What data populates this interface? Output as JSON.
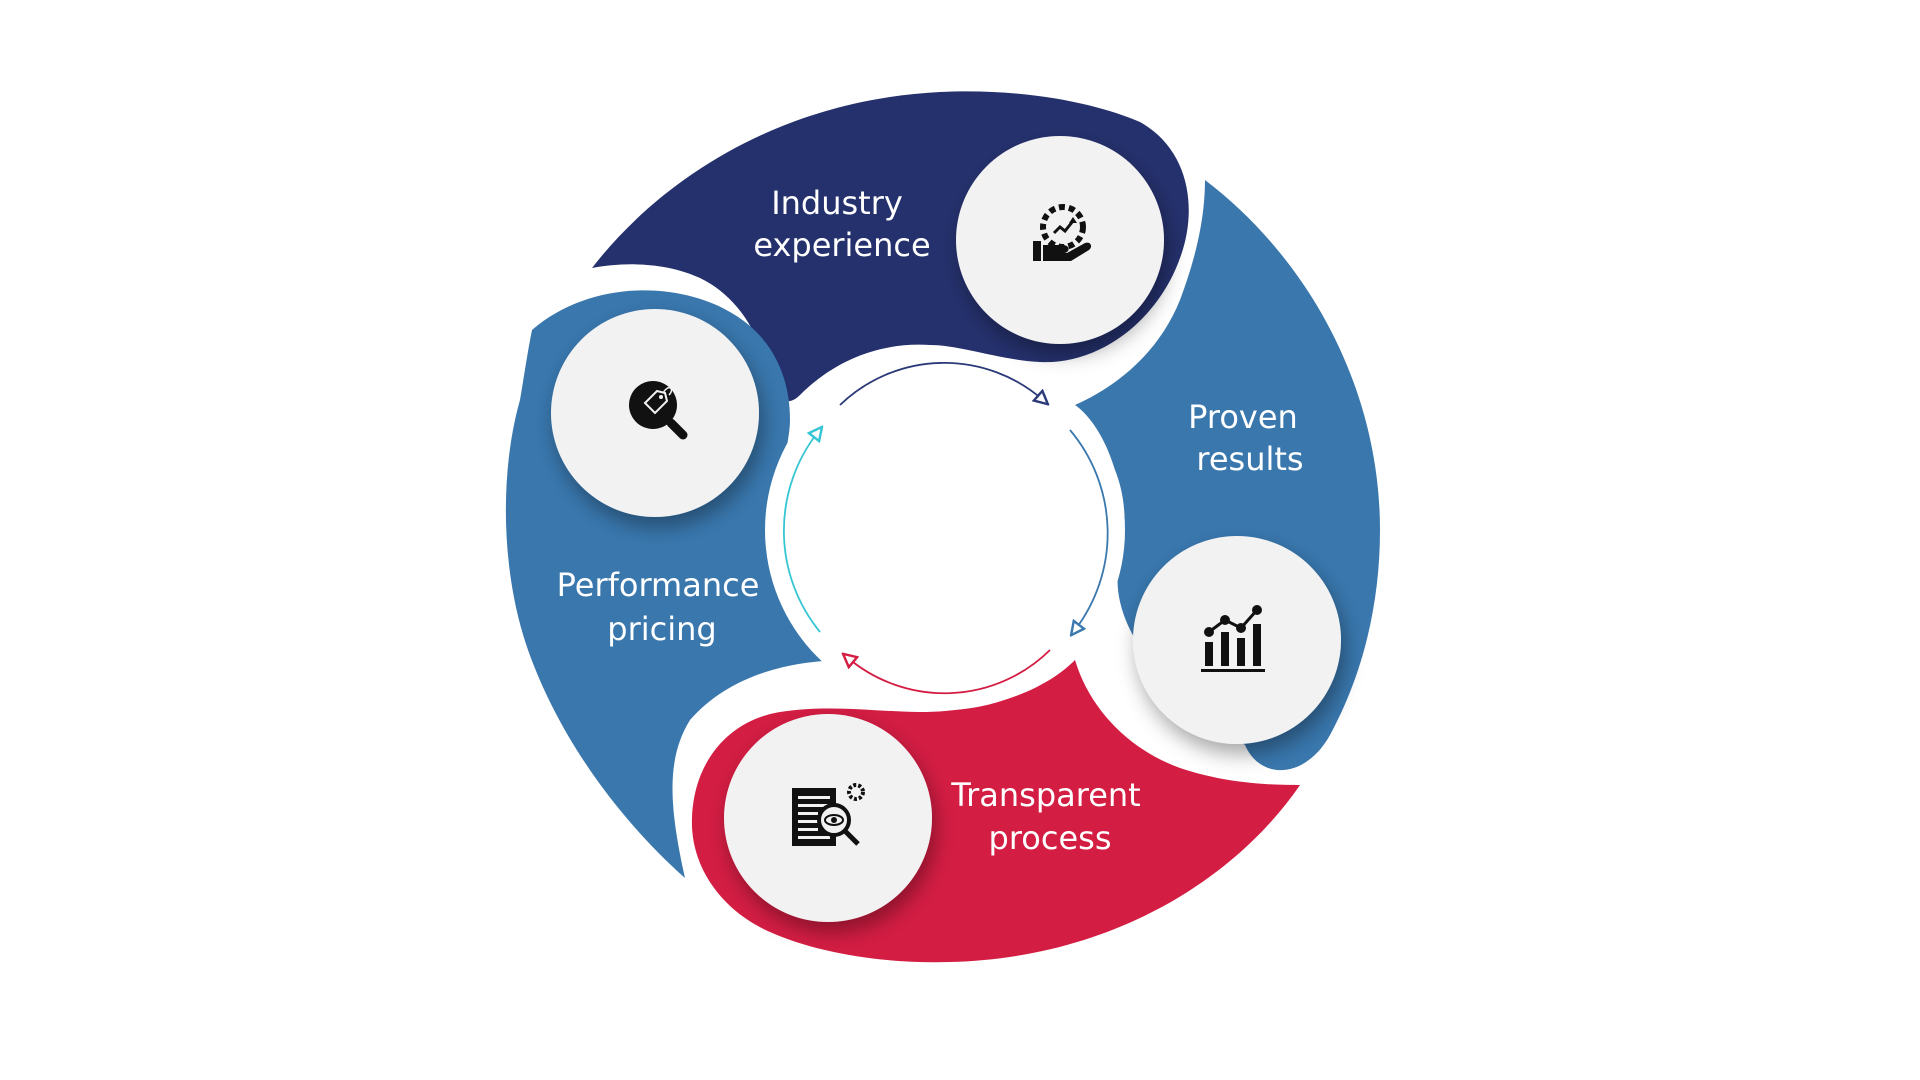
{
  "colors": {
    "navy": "#25316D",
    "steel_blue": "#3977AD",
    "crimson": "#D41D43",
    "circle_fill": "#F2F2F2",
    "arrow_navy": "#2B3A78",
    "arrow_blue": "#3A78AE",
    "arrow_red": "#D41D43",
    "arrow_cyan": "#36C6D3",
    "icon": "#111111"
  },
  "segments": [
    {
      "name": "industry-experience",
      "line1": "Industry",
      "line2": "experience",
      "color": "navy",
      "icon": "gear-hand-growth-icon"
    },
    {
      "name": "proven-results",
      "line1": "Proven",
      "line2": "results",
      "color": "steel_blue",
      "icon": "bar-chart-growth-icon"
    },
    {
      "name": "transparent-process",
      "line1": "Transparent",
      "line2": "process",
      "color": "crimson",
      "icon": "document-inspect-icon"
    },
    {
      "name": "performance-pricing",
      "line1": "Performance",
      "line2": "pricing",
      "color": "steel_blue",
      "icon": "price-tag-search-icon"
    }
  ]
}
